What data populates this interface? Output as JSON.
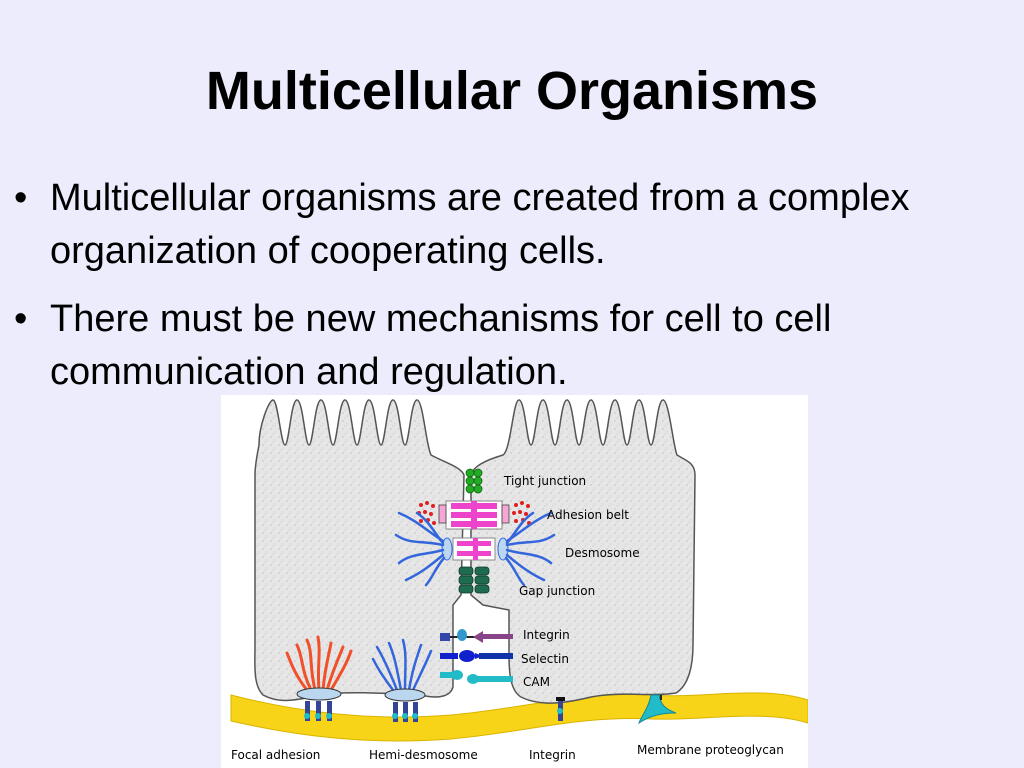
{
  "slide": {
    "title": "Multicellular Organisms",
    "bullet_char": "•",
    "bullets": [
      "Multicellular organisms are created from a complex organization of cooperating cells.",
      "There must be new mechanisms for cell to cell communication and regulation."
    ]
  },
  "figure": {
    "labels": {
      "tight_junction": "Tight junction",
      "adhesion_belt": "Adhesion belt",
      "desmosome": "Desmosome",
      "gap_junction": "Gap junction",
      "integrin_right": "Integrin",
      "selectin": "Selectin",
      "cam": "CAM",
      "focal_adhesion": "Focal adhesion",
      "hemi_desmosome": "Hemi-desmosome",
      "integrin_bottom": "Integrin",
      "membrane_proteoglycan": "Membrane proteoglycan"
    },
    "colors": {
      "background": "#ECECFC",
      "cell_fill": "#E8E8E8",
      "basement_membrane": "#F7D417",
      "tight_junction": "#22AA22",
      "adhesion_belt": "#EE44CC",
      "adhesion_dots": "#E02020",
      "desmosome_filaments": "#3366DD",
      "gap_junction": "#1F6B4F",
      "focal_filaments": "#F0502A",
      "integrin": "#334499",
      "proteoglycan": "#22BBC8"
    }
  }
}
